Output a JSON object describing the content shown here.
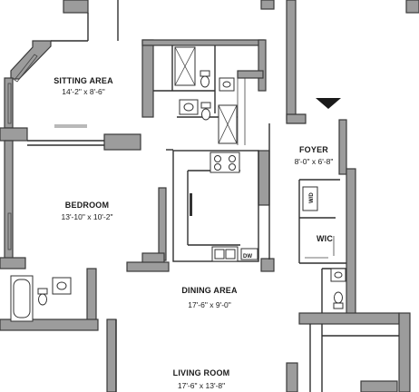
{
  "rooms": {
    "sitting_area": {
      "name": "SITTING AREA",
      "dims": "14'-2\" x 8'-6\""
    },
    "bedroom": {
      "name": "BEDROOM",
      "dims": "13'-10\" x 10'-2\""
    },
    "foyer": {
      "name": "FOYER",
      "dims": "8'-0\" x 6'-8\""
    },
    "wic": {
      "name": "WIC"
    },
    "dining_area": {
      "name": "DINING AREA",
      "dims": "17'-6\" x 9'-0\""
    },
    "living_room": {
      "name": "LIVING ROOM",
      "dims": "17'-6\" x 13'-8\""
    }
  },
  "fixture_labels": {
    "washer_dryer": "W/D",
    "dishwasher": "DW"
  },
  "colors": {
    "wall_fill": "#9c9c9c",
    "wall_stroke": "#3a3a3a",
    "entry_arrow": "#1a1a1a"
  },
  "icons": {
    "entry_marker": "triangle-down"
  }
}
